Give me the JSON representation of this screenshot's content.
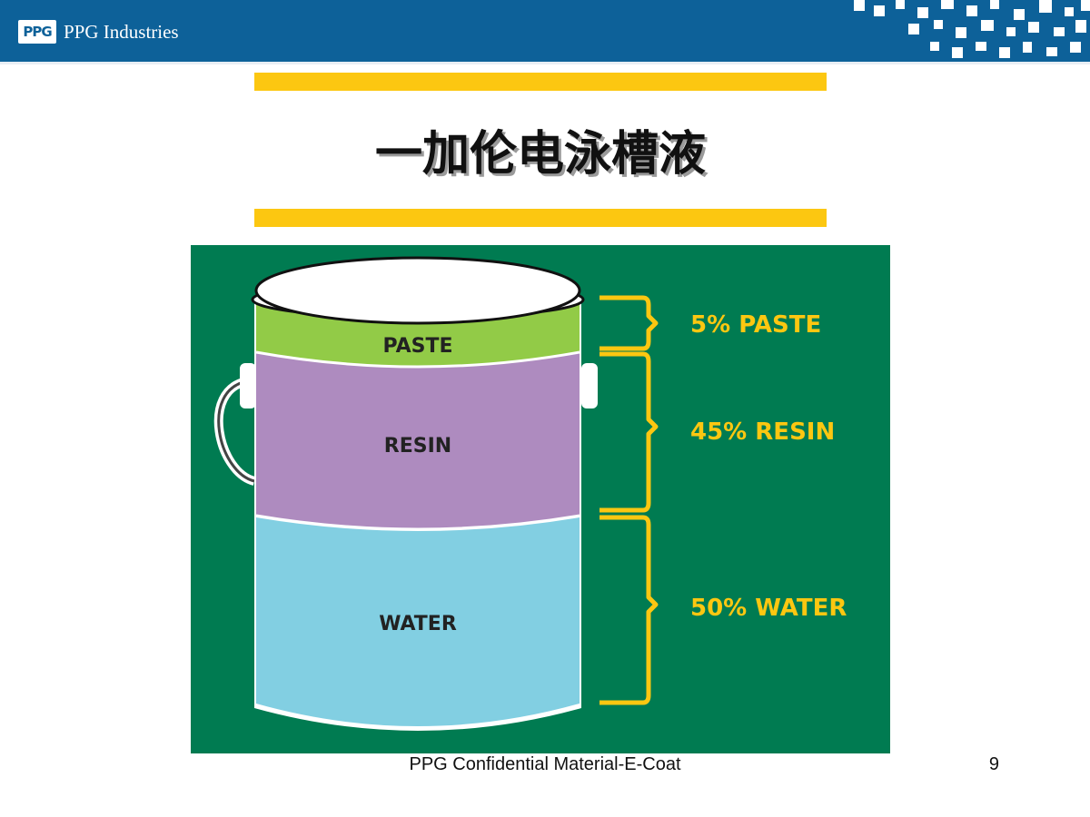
{
  "header": {
    "logo_mark": "PPG",
    "company": "PPG Industries"
  },
  "slide": {
    "title": "一加伦电泳槽液",
    "footer": "PPG Confidential Material-E-Coat",
    "page_number": "9"
  },
  "bucket": {
    "layers": [
      {
        "label": "PASTE",
        "color": "#92cb47"
      },
      {
        "label": "RESIN",
        "color": "#ae8bbf"
      },
      {
        "label": "WATER",
        "color": "#82cfe2"
      }
    ],
    "callouts": [
      "5% PASTE",
      "45% RESIN",
      "50% WATER"
    ]
  },
  "colors": {
    "panel": "#007b51",
    "accent": "#fcc711",
    "header": "#0d6199"
  }
}
